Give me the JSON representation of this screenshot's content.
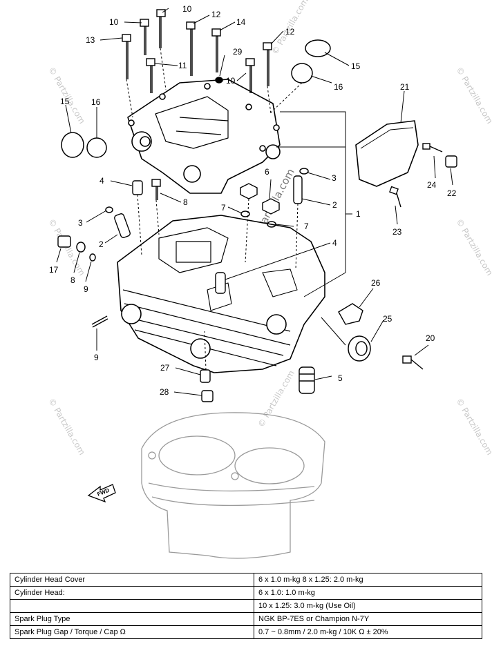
{
  "callouts": {
    "c1": "1",
    "c2a": "2",
    "c2b": "2",
    "c3a": "3",
    "c3b": "3",
    "c4a": "4",
    "c4b": "4",
    "c5": "5",
    "c6": "6",
    "c7a": "7",
    "c7b": "7",
    "c8a": "8",
    "c8b": "8",
    "c9a": "9",
    "c9b": "9",
    "c10a": "10",
    "c10b": "10",
    "c10c": "10",
    "c11": "11",
    "c12a": "12",
    "c12b": "12",
    "c13": "13",
    "c14": "14",
    "c15a": "15",
    "c15b": "15",
    "c16a": "16",
    "c16b": "16",
    "c17": "17",
    "c20": "20",
    "c21": "21",
    "c22": "22",
    "c23": "23",
    "c24": "24",
    "c25": "25",
    "c26": "26",
    "c27": "27",
    "c28": "28",
    "c29": "29"
  },
  "front_label": "FWD",
  "watermark": "© Partzilla.com",
  "spec_table": {
    "rows": [
      {
        "label": "Cylinder Head Cover",
        "value": "6 x 1.0 m-kg   8 x 1.25: 2.0 m-kg"
      },
      {
        "label": "Cylinder Head:",
        "value": "6 x 1.0: 1.0 m-kg"
      },
      {
        "label": "",
        "value": "10 x 1.25: 3.0 m-kg   (Use Oil)"
      },
      {
        "label": "Spark Plug Type",
        "value": "NGK BP-7ES or Champion N-7Y"
      },
      {
        "label": "Spark Plug Gap / Torque / Cap Ω",
        "value": "0.7 ~ 0.8mm / 2.0 m-kg / 10K Ω ± 20%"
      }
    ]
  }
}
